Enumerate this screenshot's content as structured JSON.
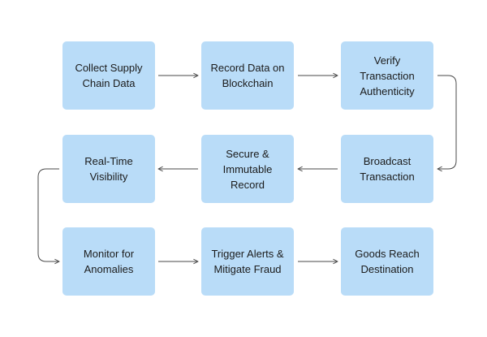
{
  "diagram": {
    "nodes": [
      {
        "id": "n1",
        "lines": [
          "Collect Supply",
          "Chain Data"
        ]
      },
      {
        "id": "n2",
        "lines": [
          "Record Data on",
          "Blockchain"
        ]
      },
      {
        "id": "n3",
        "lines": [
          "Verify",
          "Transaction",
          "Authenticity"
        ]
      },
      {
        "id": "n4",
        "lines": [
          "Real-Time",
          "Visibility"
        ]
      },
      {
        "id": "n5",
        "lines": [
          "Secure &",
          "Immutable",
          "Record"
        ]
      },
      {
        "id": "n6",
        "lines": [
          "Broadcast",
          "Transaction"
        ]
      },
      {
        "id": "n7",
        "lines": [
          "Monitor for",
          "Anomalies"
        ]
      },
      {
        "id": "n8",
        "lines": [
          "Trigger Alerts &",
          "Mitigate Fraud"
        ]
      },
      {
        "id": "n9",
        "lines": [
          "Goods Reach",
          "Destination"
        ]
      }
    ],
    "edges": [
      {
        "from": "n1",
        "to": "n2"
      },
      {
        "from": "n2",
        "to": "n3"
      },
      {
        "from": "n3",
        "to": "n6"
      },
      {
        "from": "n6",
        "to": "n5"
      },
      {
        "from": "n5",
        "to": "n4"
      },
      {
        "from": "n4",
        "to": "n7"
      },
      {
        "from": "n7",
        "to": "n8"
      },
      {
        "from": "n8",
        "to": "n9"
      }
    ],
    "colors": {
      "node_fill": "#b9dcf8",
      "node_text": "#1b1b1b",
      "edge": "#4a4a4a",
      "background": "#ffffff"
    }
  }
}
